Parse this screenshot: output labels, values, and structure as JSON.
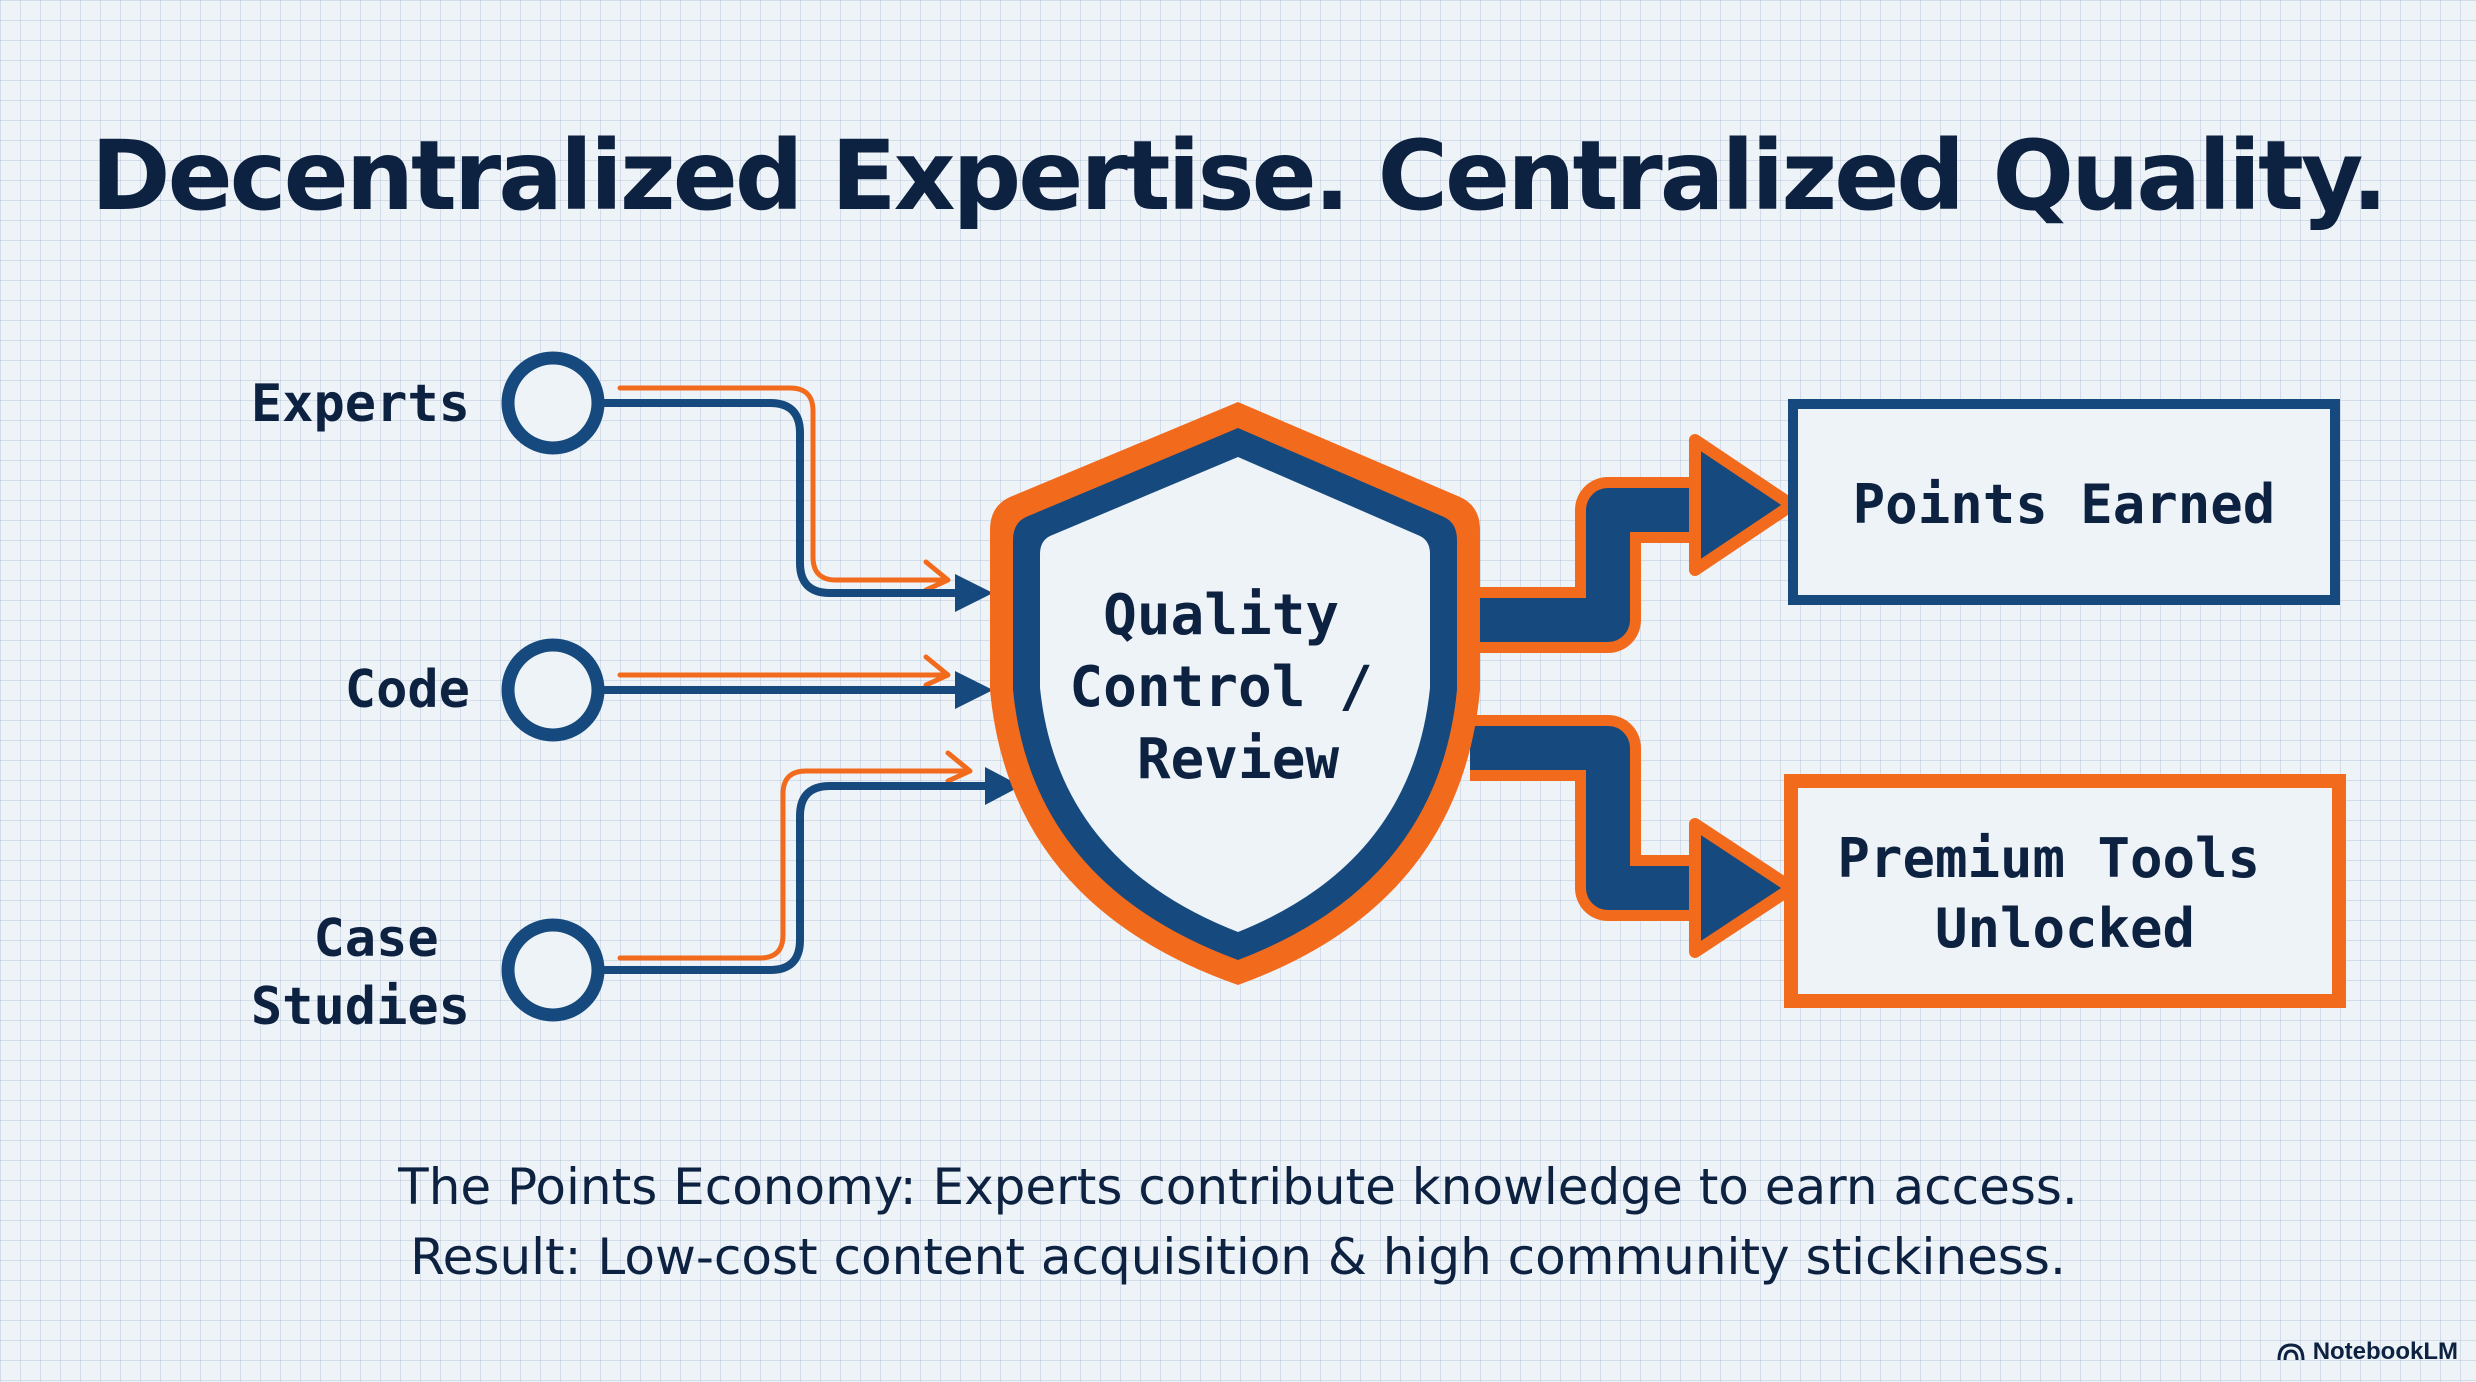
{
  "title": "Decentralized Expertise. Centralized Quality.",
  "inputs": [
    {
      "label_lines": [
        "Experts"
      ]
    },
    {
      "label_lines": [
        "Code"
      ]
    },
    {
      "label_lines": [
        "Case",
        "Studies"
      ]
    }
  ],
  "center": {
    "label_lines": [
      "Quality",
      "Control /",
      "Review"
    ]
  },
  "outputs": [
    {
      "label_lines": [
        "Points Earned"
      ]
    },
    {
      "label_lines": [
        "Premium Tools",
        "Unlocked"
      ]
    }
  ],
  "caption": {
    "line1": "The Points Economy: Experts contribute knowledge to earn access.",
    "line2": "Result: Low-cost content acquisition & high community stickiness."
  },
  "brand": {
    "name": "NotebookLM",
    "icon": "notebooklm-logo-icon"
  },
  "colors": {
    "navy": "#164a7e",
    "orange": "#f26b1d",
    "text": "#0d2140"
  }
}
